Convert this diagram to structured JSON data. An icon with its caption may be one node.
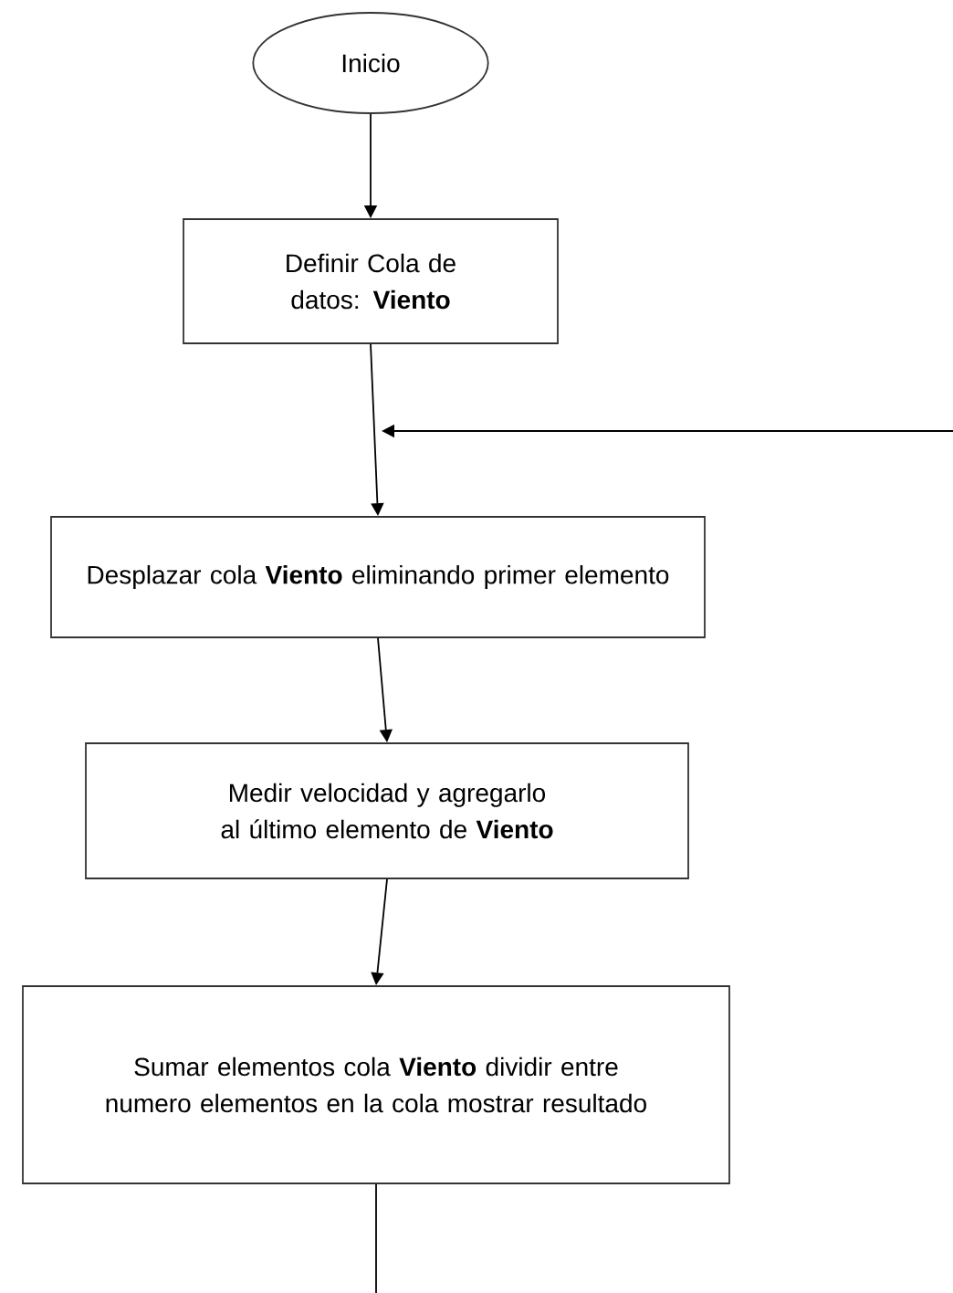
{
  "diagram": {
    "nodes": [
      {
        "text": [
          "Inicio"
        ]
      },
      {
        "text": [
          "Definir Cola de datos: **Viento**"
        ]
      },
      {
        "text": [
          "Desplazar cola **Viento** eliminando primer elemento"
        ]
      },
      {
        "text": [
          "Medir velocidad y agregarlo al último elemento de **Viento**"
        ]
      },
      {
        "text": [
          "Sumar elementos cola **Viento** dividir entre numero elementos en la cola mostrar resultado"
        ]
      }
    ],
    "edges": [
      {
        "from": 0,
        "to": 1,
        "arrow": "to"
      },
      {
        "from": 1,
        "to": 2,
        "arrow": "to"
      },
      {
        "from": null,
        "to": 2,
        "arrow": "to"
      },
      {
        "from": 2,
        "to": 3,
        "arrow": "to"
      },
      {
        "from": 3,
        "to": 4,
        "arrow": "to"
      },
      {
        "from": 4,
        "to": null,
        "arrow": "none"
      }
    ]
  }
}
